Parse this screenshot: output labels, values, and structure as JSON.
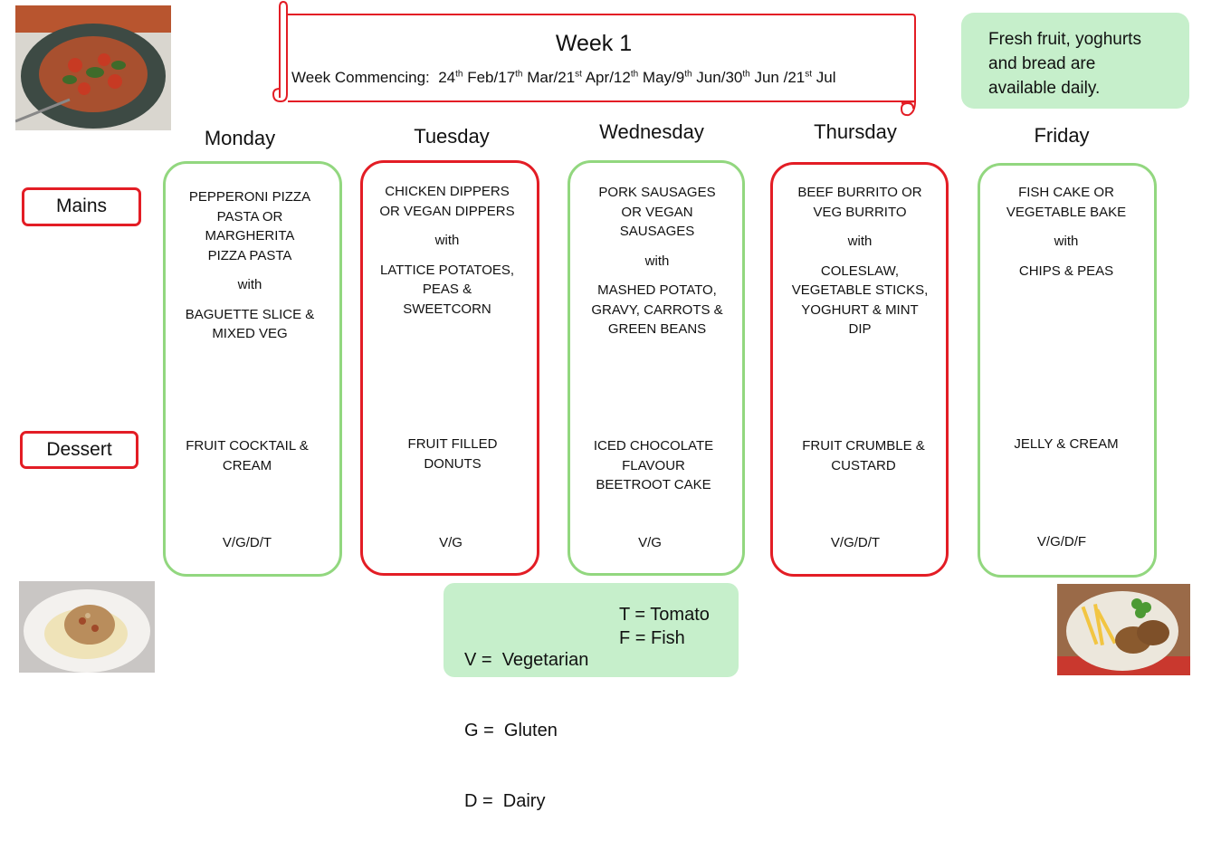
{
  "header": {
    "title": "Week 1",
    "week_commencing_label": "Week Commencing:",
    "dates": [
      {
        "day": "24",
        "suffix": "th",
        "month": "Feb"
      },
      {
        "day": "17",
        "suffix": "th",
        "month": "Mar"
      },
      {
        "day": "21",
        "suffix": "st",
        "month": "Apr"
      },
      {
        "day": "12",
        "suffix": "th",
        "month": "May"
      },
      {
        "day": "9",
        "suffix": "th",
        "month": "Jun"
      },
      {
        "day": "30",
        "suffix": "th",
        "month": "Jun"
      },
      {
        "day": "21",
        "suffix": "st",
        "month": "Jul"
      }
    ]
  },
  "info_note": {
    "line1": "Fresh fruit, yoghurts",
    "line2": "and bread are",
    "line3": "available daily."
  },
  "row_labels": {
    "mains": "Mains",
    "dessert": "Dessert"
  },
  "days": [
    {
      "name": "Monday",
      "border_color": "#92d77f",
      "main_lines": [
        "PEPPERONI PIZZA",
        "PASTA OR",
        "MARGHERITA",
        "PIZZA PASTA"
      ],
      "with": "with",
      "side_lines": [
        "BAGUETTE SLICE &",
        "MIXED VEG"
      ],
      "dessert_lines": [
        "FRUIT COCKTAIL &",
        "CREAM"
      ],
      "allergens": "V/G/D/T"
    },
    {
      "name": "Tuesday",
      "border_color": "#e31d25",
      "main_lines": [
        "CHICKEN DIPPERS",
        "OR  VEGAN DIPPERS"
      ],
      "with": "with",
      "side_lines": [
        "LATTICE POTATOES,",
        "PEAS &",
        "SWEETCORN"
      ],
      "dessert_lines": [
        "FRUIT FILLED",
        "DONUTS"
      ],
      "allergens": "V/G"
    },
    {
      "name": "Wednesday",
      "border_color": "#92d77f",
      "main_lines": [
        "PORK SAUSAGES",
        "OR VEGAN",
        "SAUSAGES"
      ],
      "with": "with",
      "side_lines": [
        "MASHED POTATO,",
        "GRAVY, CARROTS &",
        "GREEN BEANS"
      ],
      "dessert_lines": [
        "ICED CHOCOLATE",
        "FLAVOUR",
        "BEETROOT CAKE"
      ],
      "allergens": "V/G"
    },
    {
      "name": "Thursday",
      "border_color": "#e31d25",
      "main_lines": [
        "BEEF BURRITO OR",
        "VEG BURRITO"
      ],
      "with": "with",
      "side_lines": [
        "COLESLAW,",
        "VEGETABLE STICKS,",
        "YOGHURT & MINT",
        "DIP"
      ],
      "dessert_lines": [
        "FRUIT CRUMBLE &",
        "CUSTARD"
      ],
      "allergens": "V/G/D/T"
    },
    {
      "name": "Friday",
      "border_color": "#92d77f",
      "main_lines": [
        "FISH CAKE OR",
        "VEGETABLE BAKE"
      ],
      "with": "with",
      "side_lines": [
        "CHIPS & PEAS"
      ],
      "dessert_lines": [
        "JELLY & CREAM"
      ],
      "allergens": "V/G/D/F"
    }
  ],
  "legend": {
    "left": [
      "V =  Vegetarian",
      "G =  Gluten",
      "D =  Dairy"
    ],
    "right": [
      "T = Tomato",
      "F = Fish"
    ]
  },
  "colors": {
    "green_border": "#92d77f",
    "red_border": "#e31d25",
    "light_green_fill": "#c6efcb"
  }
}
